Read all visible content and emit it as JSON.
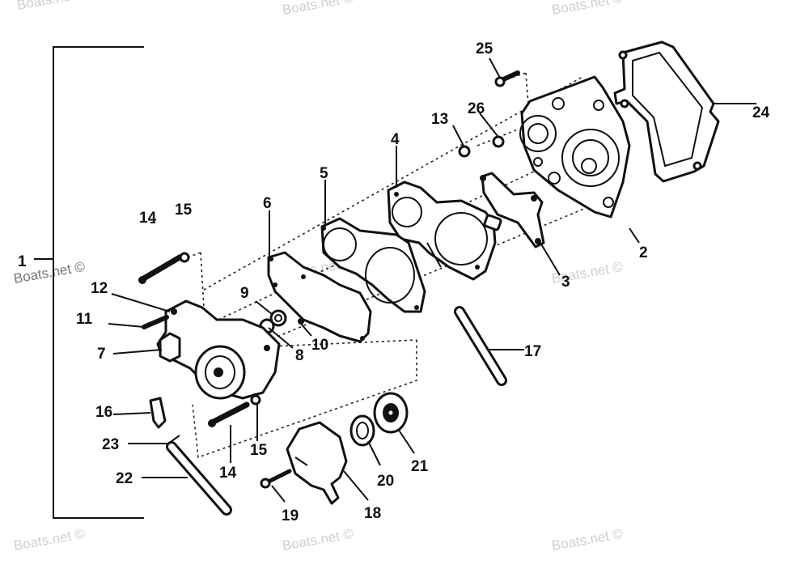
{
  "watermark": "Boats.net ©",
  "labels": {
    "l1": "1",
    "l2": "2",
    "l3": "3",
    "l4": "4",
    "l5": "5",
    "l6": "6",
    "l7": "7",
    "l8": "8",
    "l9": "9",
    "l10": "10",
    "l11": "11",
    "l12": "12",
    "l13": "13",
    "l14a": "14",
    "l14b": "14",
    "l15a": "15",
    "l15b": "15",
    "l16": "16",
    "l17": "17",
    "l18": "18",
    "l19": "19",
    "l20": "20",
    "l21": "21",
    "l22": "22",
    "l23": "23",
    "l24": "24",
    "l25": "25",
    "l26": "26"
  }
}
